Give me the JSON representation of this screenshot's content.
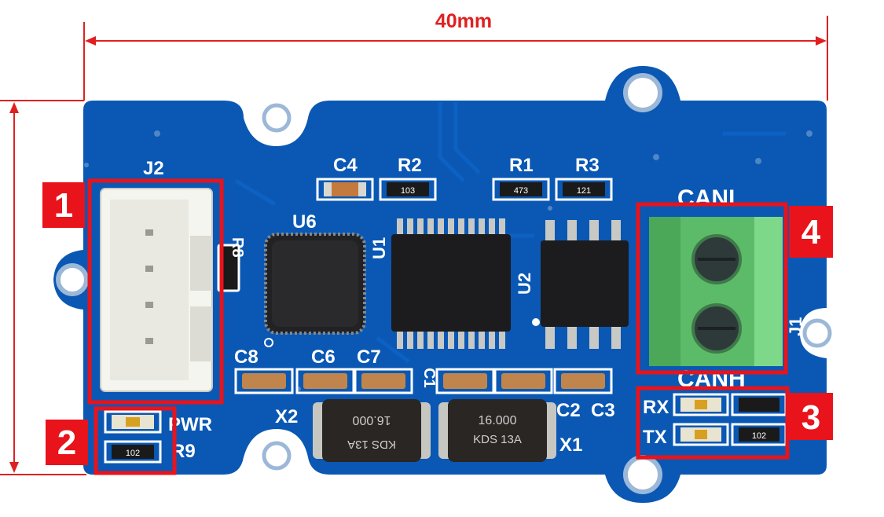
{
  "dimensions": {
    "width_label": "40mm"
  },
  "board": {
    "colors": {
      "pcb": "#0a58b4",
      "pcb_dark": "#064a98",
      "silk": "#ffffff",
      "ic": "#1c1c1e",
      "terminal": "#6fcf7a",
      "callout": "#e8131b",
      "dimension": "#e02020"
    },
    "silkscreen": {
      "j2": "J2",
      "r8": "R8",
      "u6": "U6",
      "c4": "C4",
      "r2": "R2",
      "r1": "R1",
      "r3": "R3",
      "u1": "U1",
      "u2": "U2",
      "canl": "CANL",
      "canh": "CANH",
      "j1": "J1",
      "c8": "C8",
      "c6": "C6",
      "c7": "C7",
      "c1": "C1",
      "x2": "X2",
      "x1": "X1",
      "c2": "C2",
      "c3": "C3",
      "pwr": "PWR",
      "r9": "R9",
      "rx": "RX",
      "tx": "TX"
    },
    "resistor_codes": {
      "r2": "103",
      "r1": "473",
      "r3": "121",
      "r9": "102",
      "tx_led": "102"
    },
    "crystals": {
      "x2_line1": "KDS 13A",
      "x2_line2": "16.000",
      "x1_line1": "16.000",
      "x1_line2": "KDS 13A"
    }
  },
  "callouts": [
    "1",
    "2",
    "3",
    "4"
  ]
}
